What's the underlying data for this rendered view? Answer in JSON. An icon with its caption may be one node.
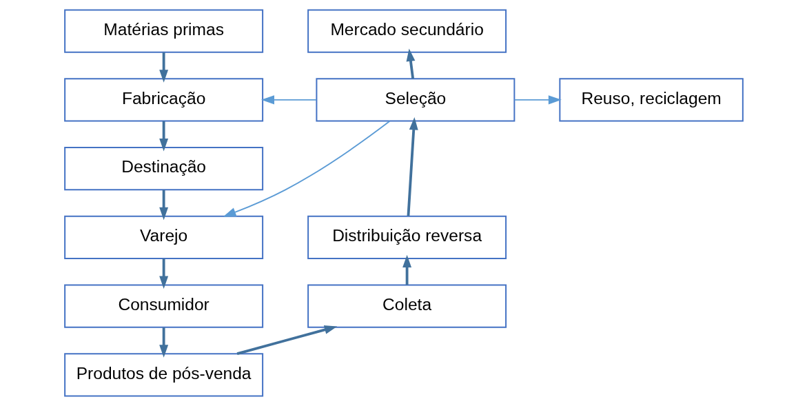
{
  "diagram": {
    "nodes": [
      {
        "text": [
          "Matérias primas"
        ]
      },
      {
        "text": [
          "Fabricação"
        ]
      },
      {
        "text": [
          "Destinação"
        ]
      },
      {
        "text": [
          "Varejo"
        ]
      },
      {
        "text": [
          "Consumidor"
        ]
      },
      {
        "text": [
          "Produtos de pós-venda"
        ]
      },
      {
        "text": [
          "Mercado secundário"
        ]
      },
      {
        "text": [
          "Seleção"
        ]
      },
      {
        "text": [
          "Reuso, reciclagem"
        ]
      },
      {
        "text": [
          "Distribuição reversa"
        ]
      },
      {
        "text": [
          "Coleta"
        ]
      }
    ],
    "edges": [
      {
        "from": 0,
        "to": 1,
        "arrow": "to"
      },
      {
        "from": 1,
        "to": 2,
        "arrow": "to"
      },
      {
        "from": 2,
        "to": 3,
        "arrow": "to"
      },
      {
        "from": 3,
        "to": 4,
        "arrow": "to"
      },
      {
        "from": 4,
        "to": 5,
        "arrow": "to"
      },
      {
        "from": 5,
        "to": 10,
        "arrow": "to"
      },
      {
        "from": 10,
        "to": 9,
        "arrow": "to"
      },
      {
        "from": 9,
        "to": 7,
        "arrow": "to"
      },
      {
        "from": 7,
        "to": 6,
        "arrow": "to"
      },
      {
        "from": 7,
        "to": 1,
        "arrow": "to",
        "color": "#5b9bd5"
      },
      {
        "from": 7,
        "to": 3,
        "arrow": "to",
        "color": "#5b9bd5"
      },
      {
        "from": 7,
        "to": 8,
        "arrow": "to",
        "color": "#5b9bd5"
      }
    ]
  }
}
